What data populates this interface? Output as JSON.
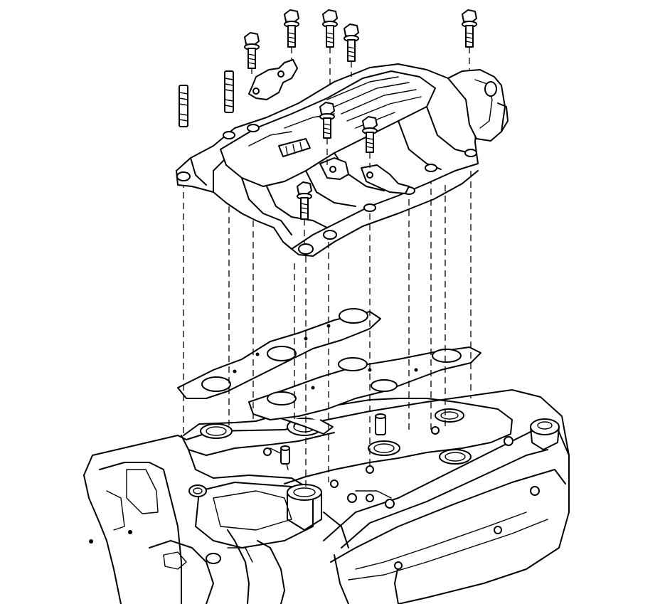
{
  "diagram": {
    "subject": "intake-manifold-exploded-view",
    "colors": {
      "line": "#000000",
      "background": "#ffffff"
    },
    "components": [
      {
        "name": "upper-intake-manifold",
        "count": 1
      },
      {
        "name": "manifold-bolt",
        "count": 8
      },
      {
        "name": "manifold-stud",
        "count": 2
      },
      {
        "name": "mounting-bracket",
        "count": 3
      },
      {
        "name": "left-intake-gasket",
        "count": 1
      },
      {
        "name": "right-intake-gasket",
        "count": 1
      },
      {
        "name": "cylinder-head",
        "count": 2
      }
    ]
  }
}
